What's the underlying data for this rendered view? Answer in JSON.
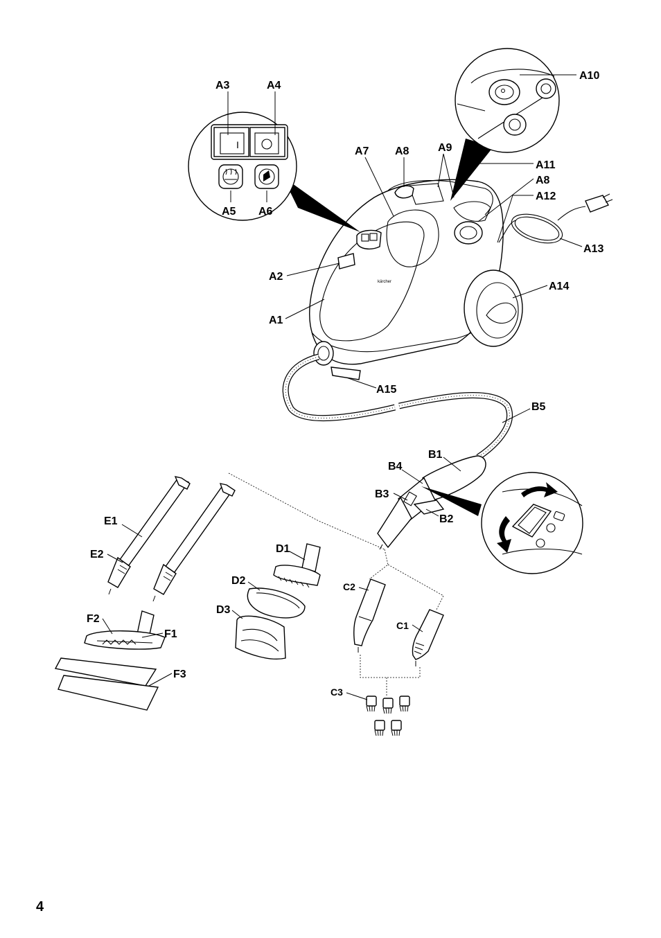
{
  "page_number": "4",
  "labels": {
    "A1": "A1",
    "A2": "A2",
    "A3": "A3",
    "A4": "A4",
    "A5": "A5",
    "A6": "A6",
    "A7": "A7",
    "A8_top": "A8",
    "A8_right": "A8",
    "A9": "A9",
    "A10": "A10",
    "A11": "A11",
    "A12": "A12",
    "A13": "A13",
    "A14": "A14",
    "A15": "A15",
    "B1": "B1",
    "B2": "B2",
    "B3": "B3",
    "B4": "B4",
    "B5": "B5",
    "C1": "C1",
    "C2": "C2",
    "C3": "C3",
    "D1": "D1",
    "D2": "D2",
    "D3": "D3",
    "E1": "E1",
    "E2": "E2",
    "F1": "F1",
    "F2": "F2",
    "F3": "F3"
  },
  "switch_symbol": "I",
  "logo_text": "kärcher"
}
